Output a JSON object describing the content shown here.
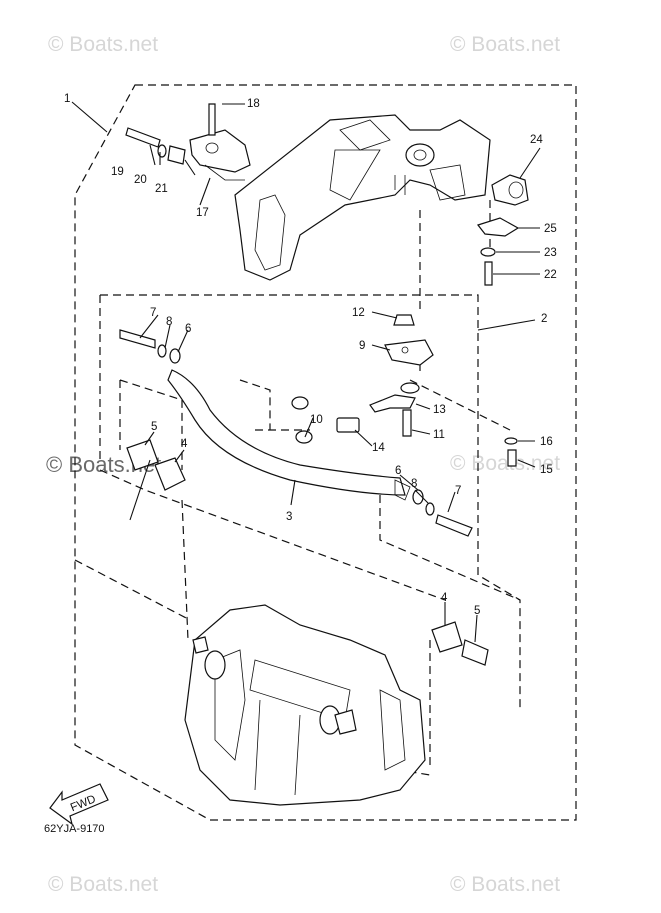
{
  "watermarks": {
    "top_left": "© Boats.net",
    "top_right": "© Boats.net",
    "middle_left": "© Boats.net",
    "middle_right": "© Boats.net",
    "bottom_left": "© Boats.net",
    "bottom_right": "© Boats.net"
  },
  "part_number": "62YJA-9170",
  "fwd_label": "FWD",
  "callouts": [
    "1",
    "2",
    "3",
    "4",
    "4",
    "5",
    "5",
    "6",
    "6",
    "7",
    "7",
    "8",
    "8",
    "9",
    "10",
    "11",
    "12",
    "13",
    "14",
    "15",
    "16",
    "17",
    "18",
    "19",
    "20",
    "21",
    "22",
    "23",
    "24",
    "25"
  ]
}
